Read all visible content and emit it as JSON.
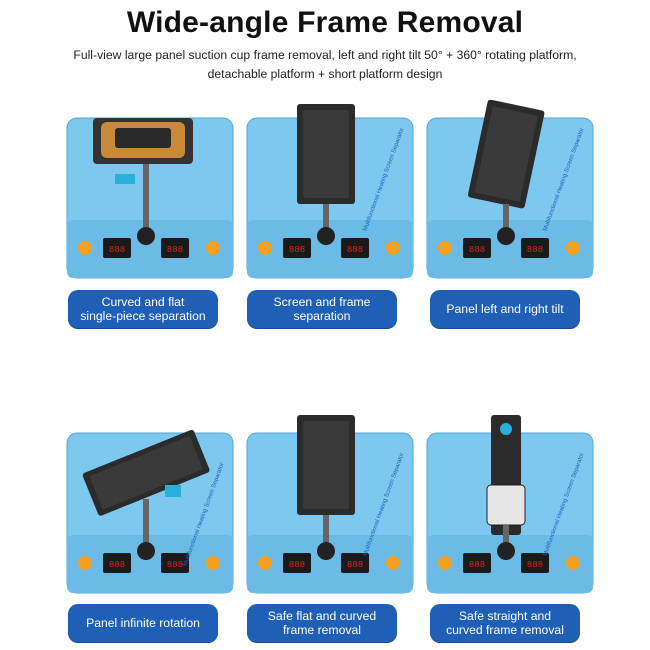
{
  "title": "Wide-angle Frame Removal",
  "subtitle_line1": "Full-view large panel suction cup frame removal, left and right tilt 50° + 360° rotating platform,",
  "subtitle_line2": "detachable platform + short platform design",
  "panels": [
    {
      "label_line1": "Curved and flat",
      "label_line2": "single-piece separation"
    },
    {
      "label_line1": "Screen and frame",
      "label_line2": "separation"
    },
    {
      "label_line1": "Panel left and right tilt",
      "label_line2": ""
    },
    {
      "label_line1": "Panel infinite rotation",
      "label_line2": ""
    },
    {
      "label_line1": "Safe flat and curved",
      "label_line2": "frame removal"
    },
    {
      "label_line1": "Safe straight and",
      "label_line2": "curved frame removal"
    }
  ],
  "device": {
    "brand_text": "Multifunctional Heating Screen Separator",
    "footer_text": "Multifunctional Heating Screen Separator",
    "display_value": "888"
  },
  "colors": {
    "device_body": "#7cc8ef",
    "device_edge": "#4fa6d8",
    "label_bg": "#1f5fb5",
    "display_red": "#e02020"
  }
}
